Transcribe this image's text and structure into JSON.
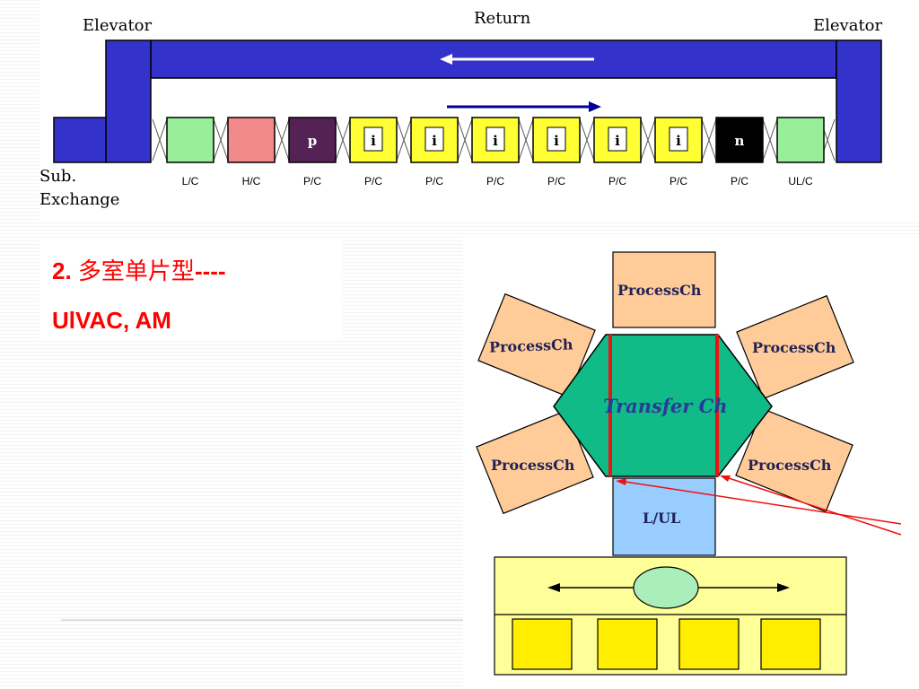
{
  "inline_system": {
    "elevator_left_label": "Elevator",
    "elevator_right_label": "Elevator",
    "return_label": "Return",
    "sub_exchange_line1": "Sub.",
    "sub_exchange_line2": "Exchange",
    "chambers": [
      {
        "symbol": "",
        "caption": "L/C",
        "color": "#99ee99"
      },
      {
        "symbol": "",
        "caption": "H/C",
        "color": "#f28a8a"
      },
      {
        "symbol": "p",
        "caption": "P/C",
        "color": "#552255"
      },
      {
        "symbol": "i",
        "caption": "P/C",
        "color": "#ffff33"
      },
      {
        "symbol": "i",
        "caption": "P/C",
        "color": "#ffff33"
      },
      {
        "symbol": "i",
        "caption": "P/C",
        "color": "#ffff33"
      },
      {
        "symbol": "i",
        "caption": "P/C",
        "color": "#ffff33"
      },
      {
        "symbol": "i",
        "caption": "P/C",
        "color": "#ffff33"
      },
      {
        "symbol": "i",
        "caption": "P/C",
        "color": "#ffff33"
      },
      {
        "symbol": "n",
        "caption": "P/C",
        "color": "#000000"
      },
      {
        "symbol": "",
        "caption": "UL/C",
        "color": "#99ee99"
      }
    ],
    "elevator_color": "#3333cc"
  },
  "heading": {
    "prefix": "2.",
    "title": "多室单片型",
    "dashes": "----",
    "line2": "UlVAC, AM"
  },
  "cluster_tool": {
    "transfer_label": "Transfer Ch",
    "process_label": "ProcessCh",
    "load_label": "L/UL",
    "transfer_color": "#11bb88",
    "process_color": "#ffcc99",
    "load_color": "#99ccff",
    "stage_color": "#ffff99",
    "slot_color": "#ffee00"
  }
}
